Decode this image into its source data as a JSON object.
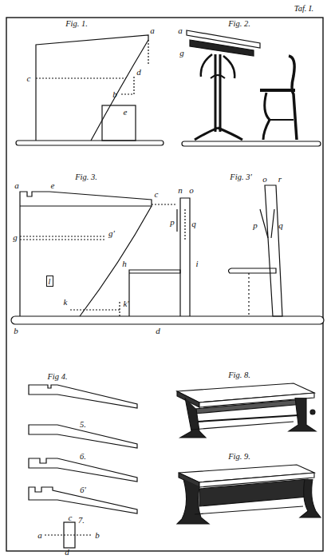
{
  "diagram": {
    "nodes": [
      {
        "text": [
          "l"
        ]
      }
    ],
    "labels": [
      "Taf. I.",
      "Fig. 1.",
      "a",
      "d",
      "c",
      "b",
      "e",
      "Fig. 2.",
      "a",
      "g",
      "Fig. 3.",
      "Fig. 3'",
      "a",
      "e",
      "c",
      "n",
      "o",
      "g",
      "g'",
      "p",
      "q",
      "h",
      "i",
      "k",
      "k'",
      "b",
      "d",
      "o",
      "r",
      "p",
      "q",
      "Fig 4.",
      "5.",
      "6.",
      "6'",
      "7.",
      "a",
      "b",
      "c",
      "d",
      "Fig. 8.",
      "Fig. 9."
    ]
  }
}
